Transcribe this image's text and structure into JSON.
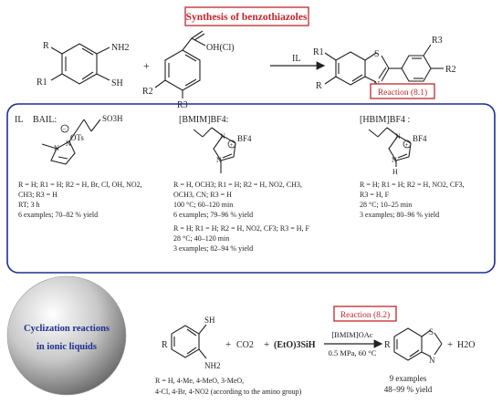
{
  "title": "Synthesis of benzothiazoles",
  "top": {
    "r_a": "R",
    "r1_a": "R1",
    "nh2": "NH2",
    "sh": "SH",
    "plus": "+",
    "r2_b": "R2",
    "r3_b": "R3",
    "cooh": "OH(Cl)",
    "il_arrow": "IL",
    "prod_r": "R",
    "prod_r1": "R1",
    "prod_s": "S",
    "prod_n": "N",
    "prod_r2": "R2",
    "prod_r3": "R3",
    "reaction_label": "Reaction (8.1)"
  },
  "il_panel": {
    "il_tag": "IL",
    "bail": {
      "header": "BAIL:",
      "otf": "OTs",
      "so3h": "SO3H",
      "n_plus": "N",
      "n2": "N",
      "l1": "R = H; R1 = H; R2 = H, Br, Cl, OH, NO2,",
      "l2": "CH3; R3 = H",
      "l3": "RT; 3 h",
      "l4": "6 examples; 70–82 % yield"
    },
    "bmim": {
      "header": "[BMIM]BF4:",
      "bf4": "BF4",
      "n1": "N",
      "n2": "N",
      "l1": "R = H, OCH3; R1 = H; R2 = H, NO2, CH3,",
      "l2": "OCH3, CN; R3 = H",
      "l3": "100 °C; 60–120 min",
      "l4": "6 examples; 79–96 % yield",
      "l5": "R = H; R1 = H; R2 = H, NO2, CF3; R3 = H, F",
      "l6": "28 °C; 40–120 min",
      "l7": "3 examples; 82–94 % yield"
    },
    "hbim": {
      "header": "[HBIM]BF4 :",
      "bf4": "BF4",
      "n1": "N",
      "n2": "N",
      "h": "H",
      "l1": "R = H; R1 = H; R2 = H, NO2, CF3,",
      "l2": "R3 = H, F",
      "l3": "28 °C; 10–25 min",
      "l4": "3 examples; 80–96 % yield"
    }
  },
  "bottom": {
    "sphere_l1": "Cyclization reactions",
    "sphere_l2": "in ionic liquids",
    "reaction_label": "Reaction (8.2)",
    "r": "R",
    "sh": "SH",
    "nh2": "NH2",
    "plus1": "+",
    "co2": "CO2",
    "plus2": "+",
    "silane": "(EtO)3SiH",
    "cond_top": "[BMIM]OAc",
    "cond_bottom": "0.5 MPa, 60 °C",
    "prod_r": "R",
    "prod_s": "S",
    "prod_n": "N",
    "plus3": "+",
    "water": "H2O",
    "examples": "9 examples",
    "yield": "48–99 % yield",
    "subst_l1": "R = H, 4-Me, 4-MeO, 3-MeO,",
    "subst_l2": "4-Cl, 4-Br, 4-NO2 (according to the amino group)"
  },
  "colors": {
    "accent_red": "#c0272d",
    "panel_blue": "#1d2f8f"
  }
}
